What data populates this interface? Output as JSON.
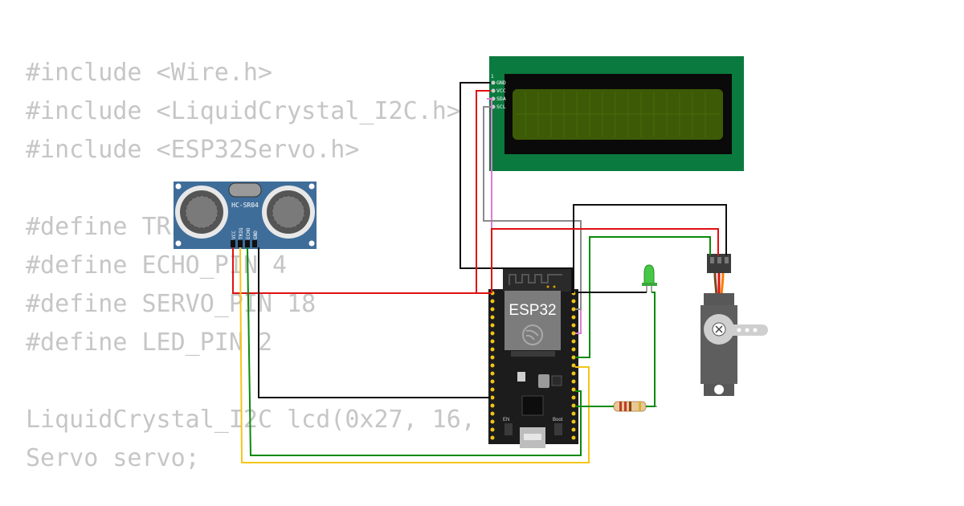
{
  "code": {
    "lines": [
      "#include <Wire.h>",
      "#include <LiquidCrystal_I2C.h>",
      "#include <ESP32Servo.h>",
      "",
      "#define TRIG_PIN 5",
      "#define ECHO_PIN 4",
      "#define SERVO_PIN 18",
      "#define LED_PIN 2",
      "",
      "LiquidCrystal_I2C lcd(0x27, 16, 2);",
      "Servo servo;"
    ]
  },
  "components": {
    "lcd": {
      "pin_header_number": "1",
      "pins": [
        "GND",
        "VCC",
        "SDA",
        "SCL"
      ]
    },
    "ultrasonic": {
      "model": "HC-SR04",
      "pins": [
        "VCC",
        "TRIG",
        "ECHO",
        "GND"
      ]
    },
    "esp32": {
      "label": "ESP32",
      "boot_label": "Boot",
      "en_label": "EN"
    },
    "led": {
      "color": "#3cc63c"
    },
    "servo": {
      "color": "#585858"
    },
    "resistor": {}
  },
  "wire_colors": {
    "black": "#111111",
    "red": "#e01010",
    "green": "#0a8a0a",
    "yellow": "#f5c518",
    "pink": "#e07ad6",
    "gray": "#8a8a8a",
    "orange": "#ff7a00"
  }
}
